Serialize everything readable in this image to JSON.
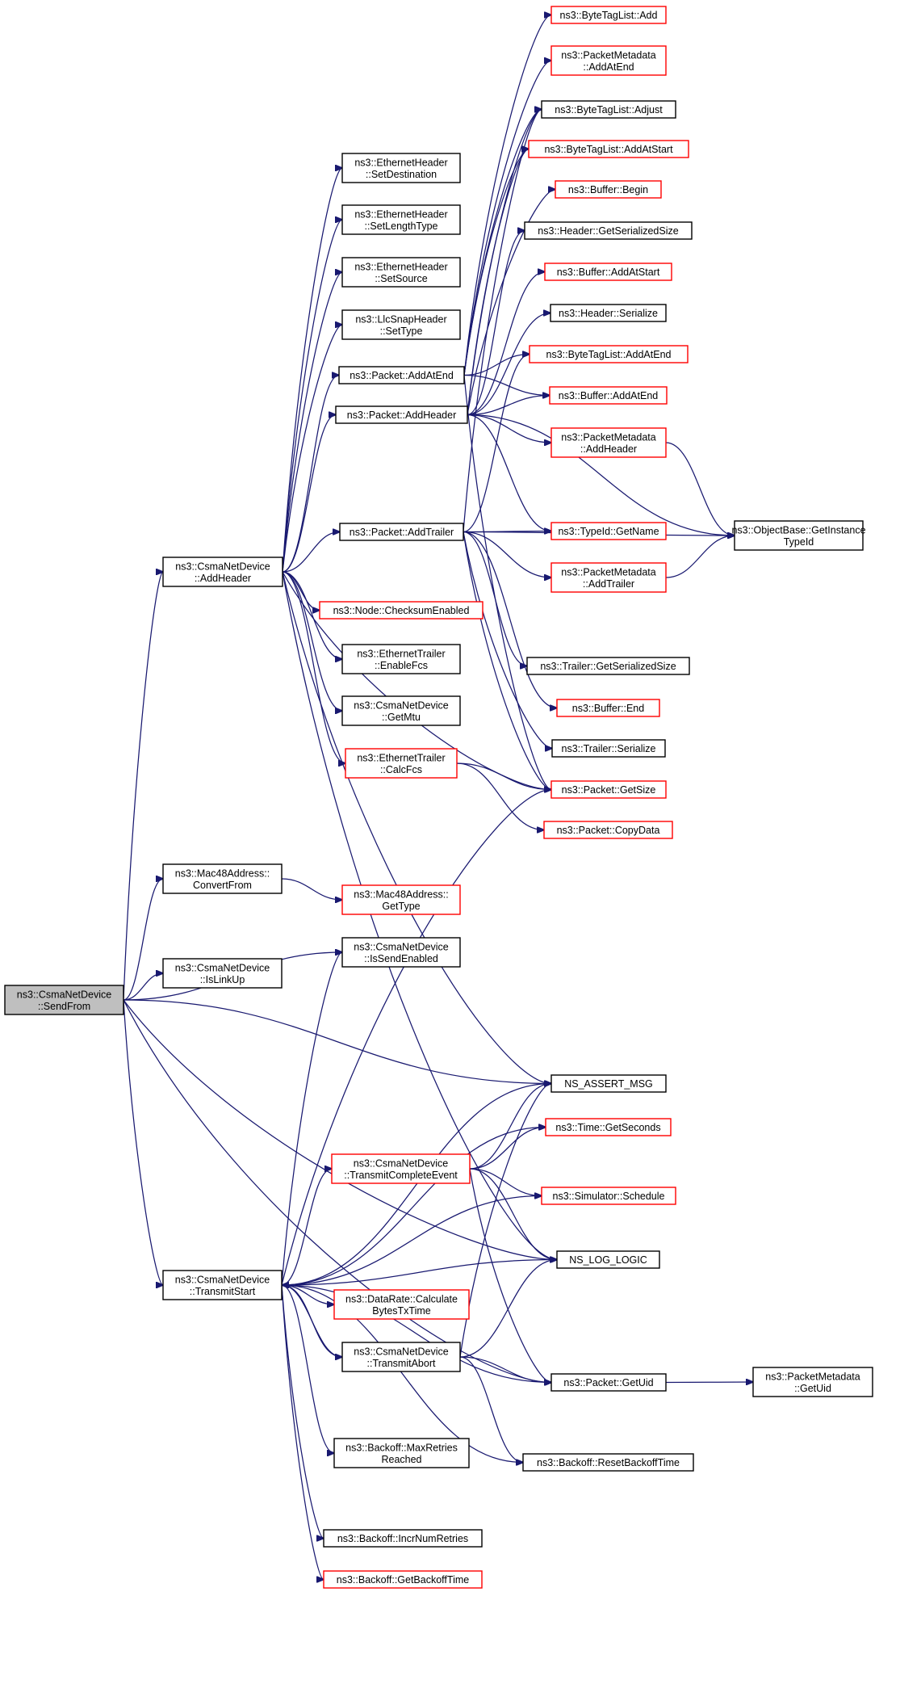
{
  "graph": {
    "colors": {
      "edge": "#191970",
      "border_normal": "#000000",
      "border_truncated": "#ff0000",
      "root_fill": "#bfbfbf"
    },
    "nodes": [
      {
        "id": "root",
        "lines": [
          "ns3::CsmaNetDevice",
          "::SendFrom"
        ],
        "border": "root"
      },
      {
        "id": "addHeaderCsma",
        "lines": [
          "ns3::CsmaNetDevice",
          "::AddHeader"
        ],
        "border": "black"
      },
      {
        "id": "convertFrom",
        "lines": [
          "ns3::Mac48Address::",
          "ConvertFrom"
        ],
        "border": "black"
      },
      {
        "id": "isLinkUp",
        "lines": [
          "ns3::CsmaNetDevice",
          "::IsLinkUp"
        ],
        "border": "black"
      },
      {
        "id": "transmitStart",
        "lines": [
          "ns3::CsmaNetDevice",
          "::TransmitStart"
        ],
        "border": "black"
      },
      {
        "id": "setDestination",
        "lines": [
          "ns3::EthernetHeader",
          "::SetDestination"
        ],
        "border": "black"
      },
      {
        "id": "setLengthType",
        "lines": [
          "ns3::EthernetHeader",
          "::SetLengthType"
        ],
        "border": "black"
      },
      {
        "id": "setSource",
        "lines": [
          "ns3::EthernetHeader",
          "::SetSource"
        ],
        "border": "black"
      },
      {
        "id": "setType",
        "lines": [
          "ns3::LlcSnapHeader",
          "::SetType"
        ],
        "border": "black"
      },
      {
        "id": "pktAddAtEnd",
        "lines": [
          "ns3::Packet::AddAtEnd"
        ],
        "border": "black"
      },
      {
        "id": "pktAddHeader",
        "lines": [
          "ns3::Packet::AddHeader"
        ],
        "border": "black"
      },
      {
        "id": "pktAddTrailer",
        "lines": [
          "ns3::Packet::AddTrailer"
        ],
        "border": "black"
      },
      {
        "id": "checksumEnabled",
        "lines": [
          "ns3::Node::ChecksumEnabled"
        ],
        "border": "red"
      },
      {
        "id": "enableFcs",
        "lines": [
          "ns3::EthernetTrailer",
          "::EnableFcs"
        ],
        "border": "black"
      },
      {
        "id": "getMtu",
        "lines": [
          "ns3::CsmaNetDevice",
          "::GetMtu"
        ],
        "border": "black"
      },
      {
        "id": "calcFcs",
        "lines": [
          "ns3::EthernetTrailer",
          "::CalcFcs"
        ],
        "border": "red"
      },
      {
        "id": "getTypeMac",
        "lines": [
          "ns3::Mac48Address::",
          "GetType"
        ],
        "border": "red"
      },
      {
        "id": "isSendEnabled",
        "lines": [
          "ns3::CsmaNetDevice",
          "::IsSendEnabled"
        ],
        "border": "black"
      },
      {
        "id": "txCompleteEvent",
        "lines": [
          "ns3::CsmaNetDevice",
          "::TransmitCompleteEvent"
        ],
        "border": "red"
      },
      {
        "id": "calcBytesTx",
        "lines": [
          "ns3::DataRate::Calculate",
          "BytesTxTime"
        ],
        "border": "red"
      },
      {
        "id": "txAbort",
        "lines": [
          "ns3::CsmaNetDevice",
          "::TransmitAbort"
        ],
        "border": "black"
      },
      {
        "id": "maxRetries",
        "lines": [
          "ns3::Backoff::MaxRetries",
          "Reached"
        ],
        "border": "black"
      },
      {
        "id": "incrRetries",
        "lines": [
          "ns3::Backoff::IncrNumRetries"
        ],
        "border": "black"
      },
      {
        "id": "getBackoff",
        "lines": [
          "ns3::Backoff::GetBackoffTime"
        ],
        "border": "red"
      },
      {
        "id": "btlAdd",
        "lines": [
          "ns3::ByteTagList::Add"
        ],
        "border": "red"
      },
      {
        "id": "pmAddAtEnd",
        "lines": [
          "ns3::PacketMetadata",
          "::AddAtEnd"
        ],
        "border": "red"
      },
      {
        "id": "btlAdjust",
        "lines": [
          "ns3::ByteTagList::Adjust"
        ],
        "border": "black"
      },
      {
        "id": "btlAddAtStart",
        "lines": [
          "ns3::ByteTagList::AddAtStart"
        ],
        "border": "red"
      },
      {
        "id": "bufBegin",
        "lines": [
          "ns3::Buffer::Begin"
        ],
        "border": "red"
      },
      {
        "id": "hdrGetSize",
        "lines": [
          "ns3::Header::GetSerializedSize"
        ],
        "border": "black"
      },
      {
        "id": "bufAddAtStart",
        "lines": [
          "ns3::Buffer::AddAtStart"
        ],
        "border": "red"
      },
      {
        "id": "hdrSerialize",
        "lines": [
          "ns3::Header::Serialize"
        ],
        "border": "black"
      },
      {
        "id": "btlAddAtEnd",
        "lines": [
          "ns3::ByteTagList::AddAtEnd"
        ],
        "border": "red"
      },
      {
        "id": "bufAddAtEnd",
        "lines": [
          "ns3::Buffer::AddAtEnd"
        ],
        "border": "red"
      },
      {
        "id": "pmAddHeader",
        "lines": [
          "ns3::PacketMetadata",
          "::AddHeader"
        ],
        "border": "red"
      },
      {
        "id": "typeIdGetName",
        "lines": [
          "ns3::TypeId::GetName"
        ],
        "border": "red"
      },
      {
        "id": "pmAddTrailer",
        "lines": [
          "ns3::PacketMetadata",
          "::AddTrailer"
        ],
        "border": "red"
      },
      {
        "id": "trlGetSize",
        "lines": [
          "ns3::Trailer::GetSerializedSize"
        ],
        "border": "black"
      },
      {
        "id": "bufEnd",
        "lines": [
          "ns3::Buffer::End"
        ],
        "border": "red"
      },
      {
        "id": "trlSerialize",
        "lines": [
          "ns3::Trailer::Serialize"
        ],
        "border": "black"
      },
      {
        "id": "pktGetSize",
        "lines": [
          "ns3::Packet::GetSize"
        ],
        "border": "red"
      },
      {
        "id": "pktCopyData",
        "lines": [
          "ns3::Packet::CopyData"
        ],
        "border": "red"
      },
      {
        "id": "nsAssert",
        "lines": [
          "NS_ASSERT_MSG"
        ],
        "border": "black"
      },
      {
        "id": "timeGetSeconds",
        "lines": [
          "ns3::Time::GetSeconds"
        ],
        "border": "red"
      },
      {
        "id": "simSchedule",
        "lines": [
          "ns3::Simulator::Schedule"
        ],
        "border": "red"
      },
      {
        "id": "nsLogLogic",
        "lines": [
          "NS_LOG_LOGIC"
        ],
        "border": "black"
      },
      {
        "id": "pktGetUid",
        "lines": [
          "ns3::Packet::GetUid"
        ],
        "border": "black"
      },
      {
        "id": "resetBackoff",
        "lines": [
          "ns3::Backoff::ResetBackoffTime"
        ],
        "border": "black"
      },
      {
        "id": "objGetTypeId",
        "lines": [
          "ns3::ObjectBase::GetInstance",
          "TypeId"
        ],
        "border": "black"
      },
      {
        "id": "pmGetUid",
        "lines": [
          "ns3::PacketMetadata",
          "::GetUid"
        ],
        "border": "black"
      }
    ]
  }
}
